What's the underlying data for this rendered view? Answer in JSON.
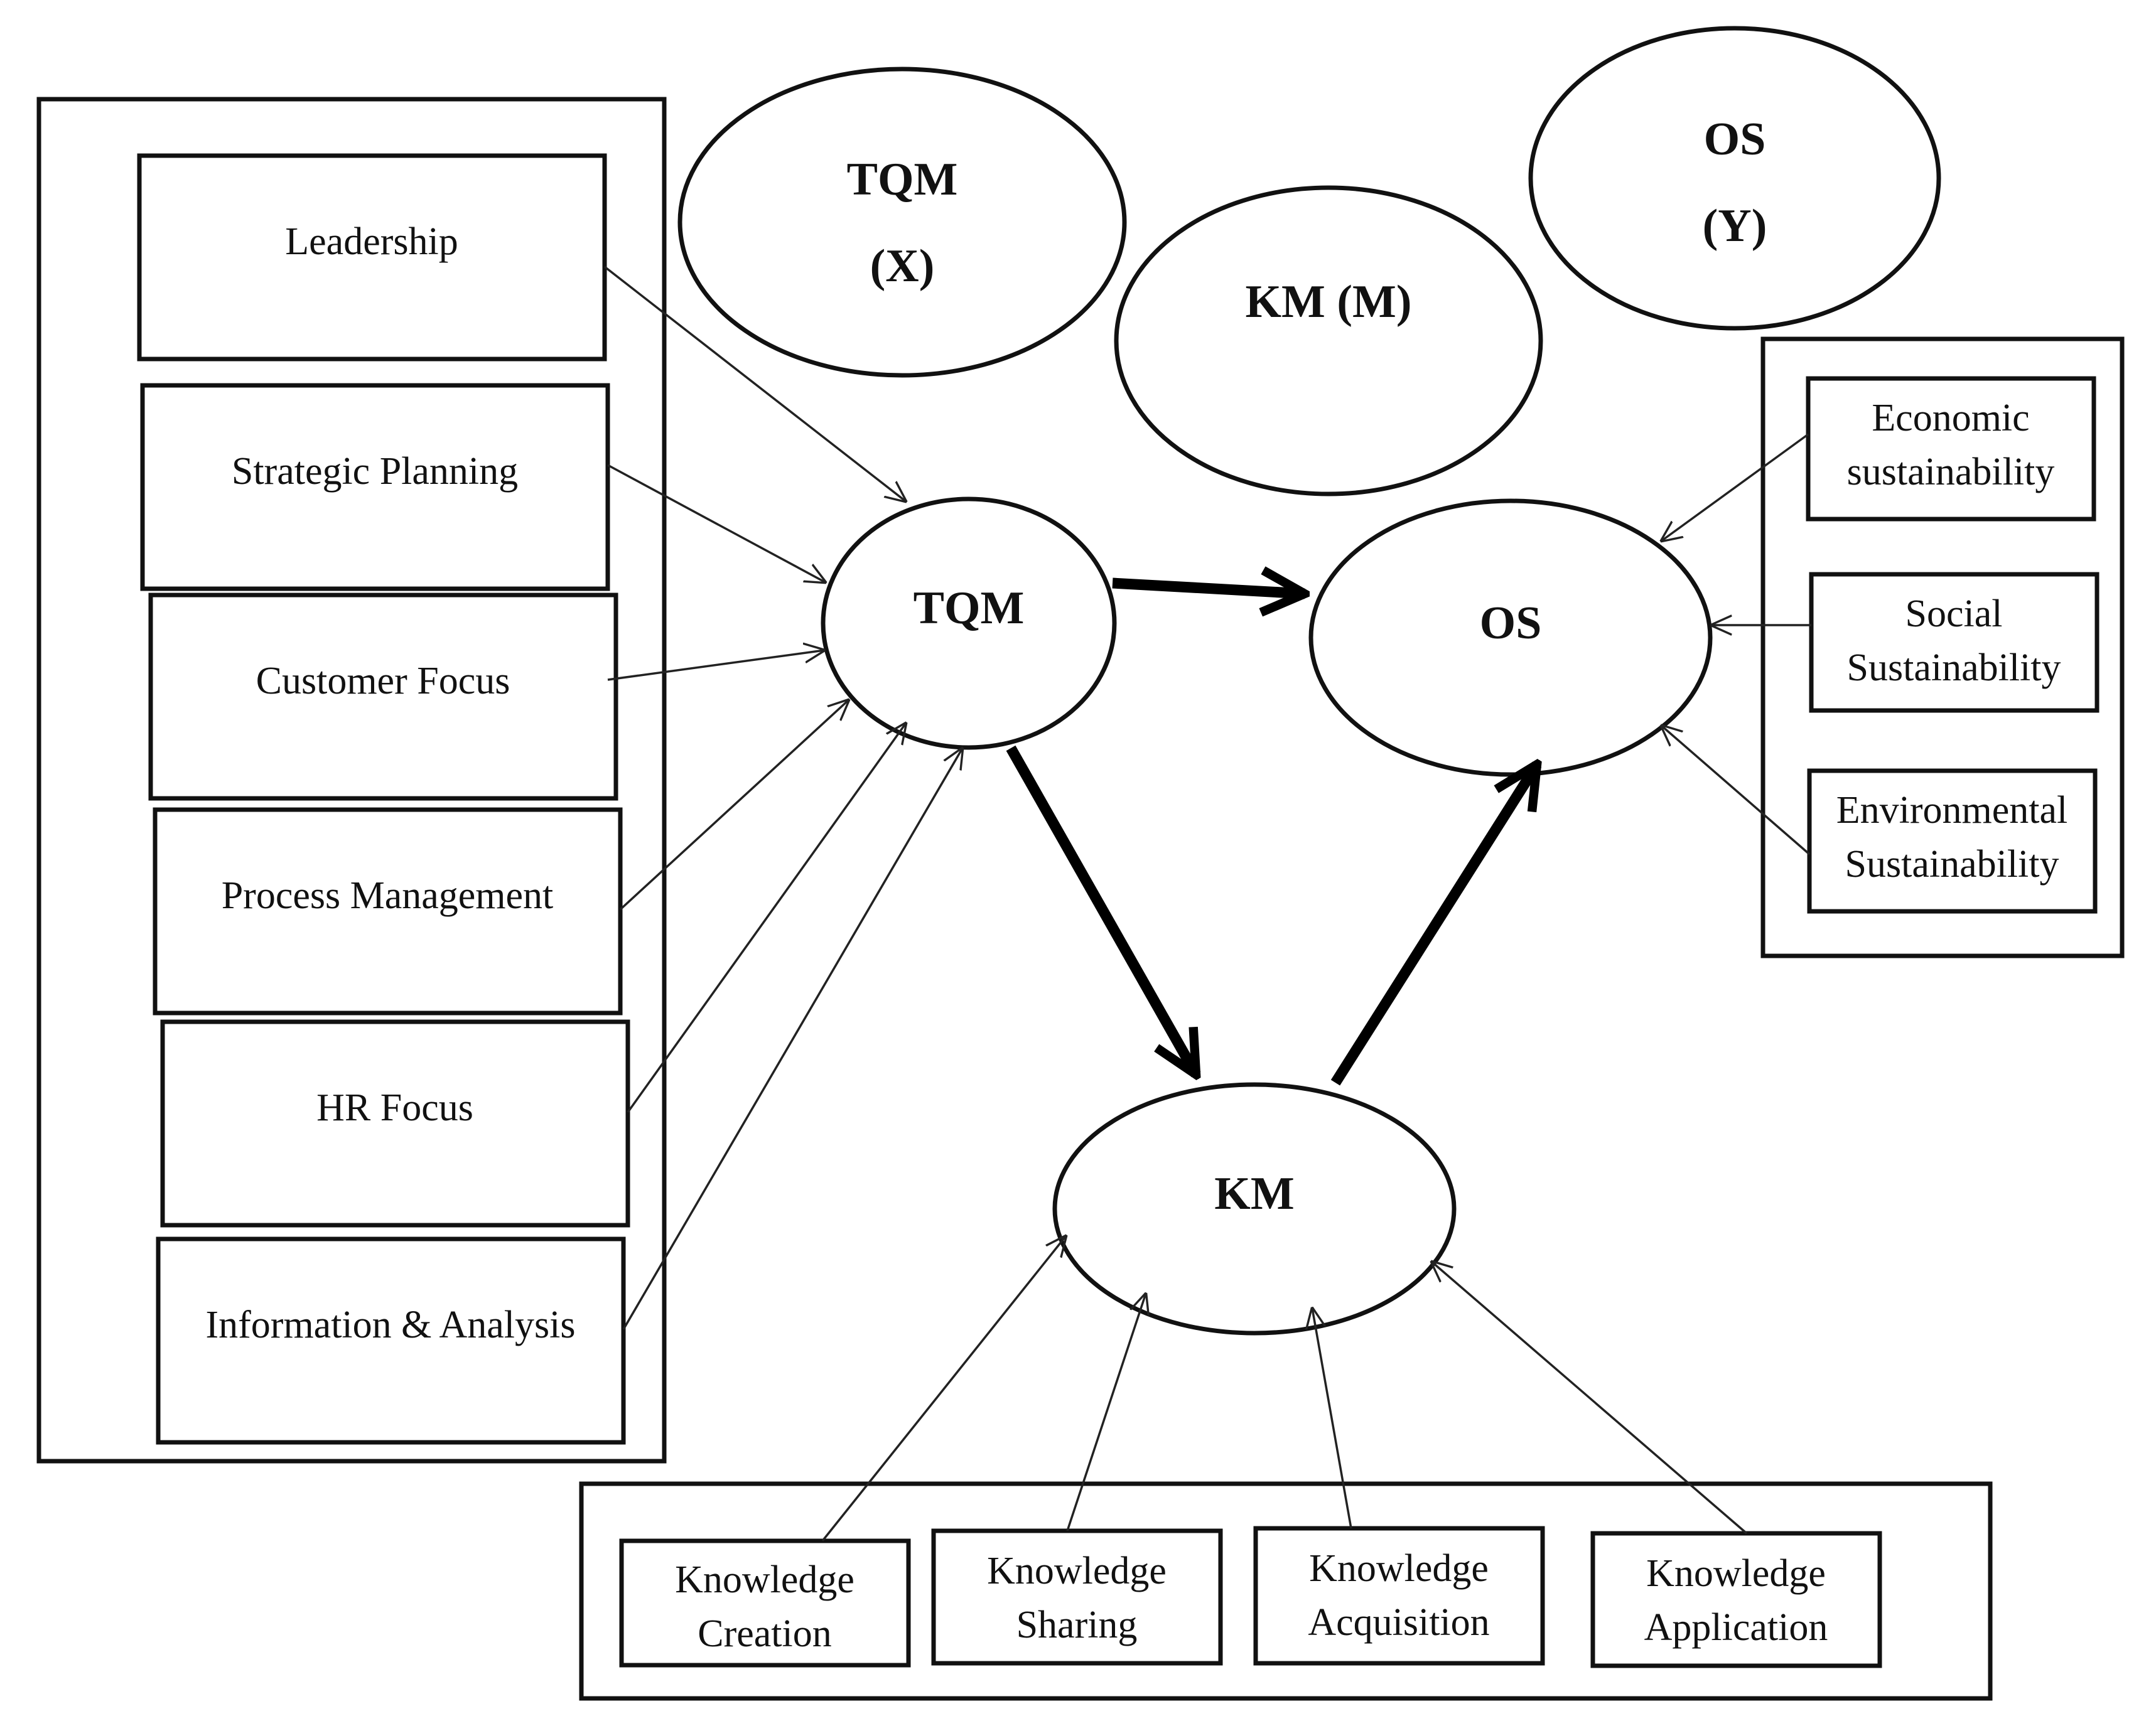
{
  "legend": {
    "tqm": {
      "name": "TQM",
      "symbol": "(X)"
    },
    "km": {
      "name": "KM (M)"
    },
    "os": {
      "name": "OS",
      "symbol": "(Y)"
    }
  },
  "constructs": {
    "tqm": "TQM",
    "os": "OS",
    "km": "KM"
  },
  "tqm_dimensions": [
    "Leadership",
    "Strategic Planning",
    "Customer Focus",
    "Process Management",
    "HR Focus",
    "Information & Analysis"
  ],
  "os_dimensions": [
    [
      "Economic",
      "sustainability"
    ],
    [
      "Social",
      "Sustainability"
    ],
    [
      "Environmental",
      "Sustainability"
    ]
  ],
  "km_dimensions": [
    [
      "Knowledge",
      "Creation"
    ],
    [
      "Knowledge",
      "Sharing"
    ],
    [
      "Knowledge",
      "Acquisition"
    ],
    [
      "Knowledge",
      "Application"
    ]
  ]
}
